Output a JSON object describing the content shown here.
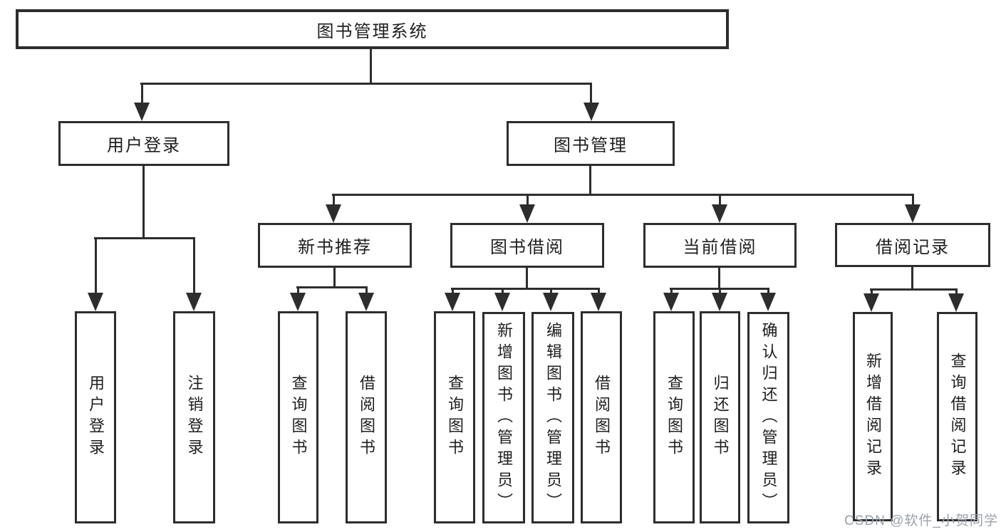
{
  "colors": {
    "line": "#2d2d2d",
    "text": "#1e1e1e",
    "background": "#ffffff",
    "watermark": "#9aa2ac"
  },
  "tree": {
    "root": {
      "label": "图书管理系统"
    },
    "level2": [
      {
        "label": "用户登录"
      },
      {
        "label": "图书管理"
      }
    ],
    "level3": [
      {
        "label": "新书推荐"
      },
      {
        "label": "图书借阅"
      },
      {
        "label": "当前借阅"
      },
      {
        "label": "借阅记录"
      }
    ],
    "leaves": [
      {
        "label": "用户登录"
      },
      {
        "label": "注销登录"
      },
      {
        "label": "查询图书"
      },
      {
        "label": "借阅图书"
      },
      {
        "label": "查询图书"
      },
      {
        "label": "新增图书（管理员）"
      },
      {
        "label": "编辑图书（管理员）"
      },
      {
        "label": "借阅图书"
      },
      {
        "label": "查询图书"
      },
      {
        "label": "归还图书"
      },
      {
        "label": "确认归还（管理员）"
      },
      {
        "label": "新增借阅记录"
      },
      {
        "label": "查询借阅记录"
      }
    ]
  },
  "watermark": {
    "text": "CSDN @软件_小贺同学"
  }
}
